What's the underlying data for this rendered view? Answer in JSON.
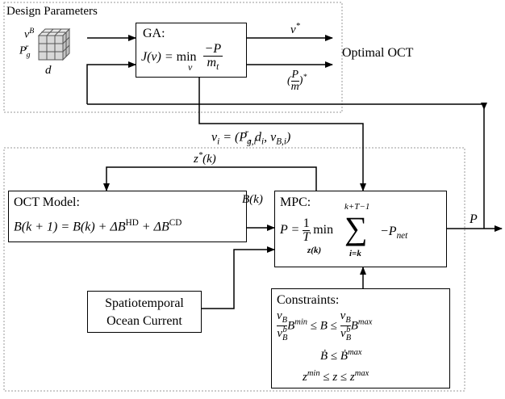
{
  "design_params": {
    "title": "Design Parameters",
    "sym_vB": "vB",
    "sym_Pgr": "Pgr",
    "sym_d": "d"
  },
  "ga": {
    "title": "GA:",
    "formula": "J(ν) = min ν −P / mt"
  },
  "outputs": {
    "nu_star": "ν*",
    "p_over_m_star": "(P/m)*",
    "optimal_oct": "Optimal OCT"
  },
  "vi_label": "νi = (Pg,ir, di, νB,i)",
  "feedback_label": "z*(k)",
  "oct_model": {
    "title": "OCT Model:",
    "equation": "B(k + 1) = B(k) + ΔBHD + ΔBCD"
  },
  "bk_label": "B(k)",
  "mpc": {
    "title": "MPC:",
    "equation": "P = 1/T min z(k) Σ i=k..k+T−1 −Pnet"
  },
  "p_output": "P",
  "ocean": {
    "line1": "Spatiotemporal",
    "line2": "Ocean Current"
  },
  "constraints": {
    "title": "Constraints:",
    "c1": "νB/νBb Bmin ≤ B ≤ νB/νBb Bmax",
    "c2": "Ḃ ≤ Ḃmax",
    "c3": "zmin ≤ z ≤ zmax"
  }
}
